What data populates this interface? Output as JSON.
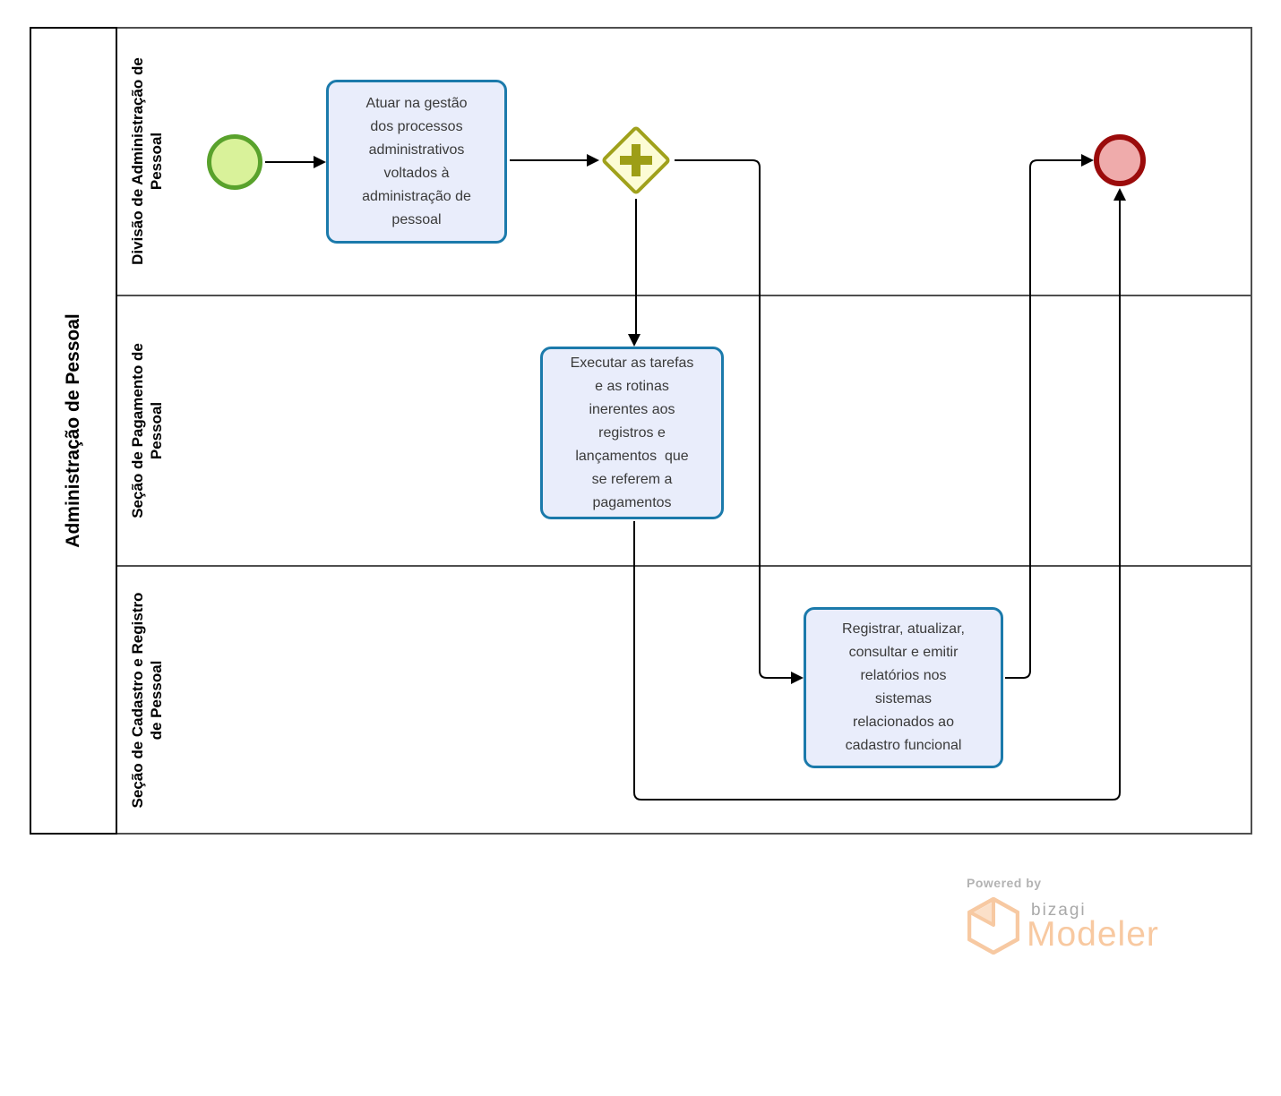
{
  "pool": {
    "title": "Administração de Pessoal",
    "lanes": [
      {
        "label": "Divisão de Administração de\nPessoal"
      },
      {
        "label": "Seção de Pagamento de\nPessoal"
      },
      {
        "label": "Seção de Cadastro e Registro\nde Pessoal"
      }
    ]
  },
  "diagram": {
    "start_event": "start-event",
    "end_event": "end-event",
    "gateway": "parallel-gateway",
    "tasks": [
      {
        "label": "Atuar na gestão\ndos processos\nadministrativos\nvoltados à\nadministração de\npessoal"
      },
      {
        "label": "Executar as tarefas\ne as rotinas\ninerentes aos\nregistros e\nlançamentos  que\nse referem a\npagamentos"
      },
      {
        "label": "Registrar, atualizar,\nconsultar e emitir\nrelatórios nos\nsistemas\nrelacionados ao\ncadastro funcional"
      }
    ]
  },
  "footer": {
    "powered_by": "Powered by",
    "brand": "bizagi",
    "product": "Modeler"
  },
  "colors": {
    "start_fill": "#d9f29a",
    "start_border": "#59a22c",
    "end_fill": "#efabab",
    "end_border": "#9b0b0b",
    "gateway_fill": "#fcfcd5",
    "gateway_border": "#a0a11b",
    "task_fill": "#e9edfb",
    "task_border": "#1b7aab",
    "connector": "#000000",
    "lane_border": "#4f4f4f",
    "pool_border": "#000000",
    "logo_orange": "#f8c9a1",
    "logo_gray": "#a9a9a9"
  }
}
